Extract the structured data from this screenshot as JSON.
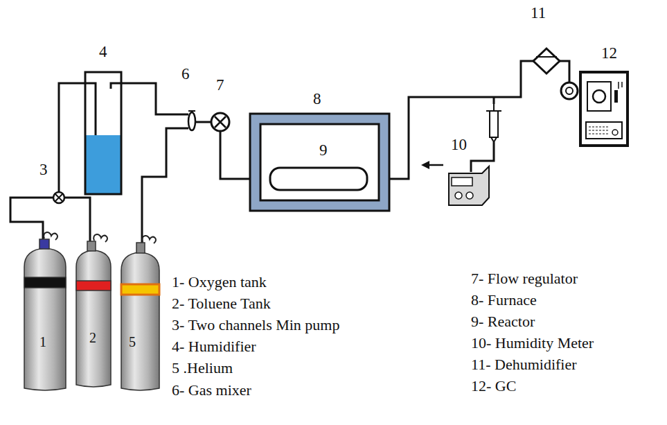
{
  "diagram": {
    "labels": [
      "11",
      "12",
      "4",
      "6",
      "7",
      "8",
      "9",
      "3",
      "10",
      "1",
      "2",
      "5",
      "1- Oxygen tank",
      "2- Toluene Tank",
      "3- Two channels Min pump",
      "4- Humidifier",
      "5 .Helium",
      "6- Gas mixer",
      "7- Flow regulator",
      "8- Furnace",
      "9- Reactor",
      "10- Humidity Meter",
      "11- Dehumidifier",
      "12- GC"
    ]
  }
}
